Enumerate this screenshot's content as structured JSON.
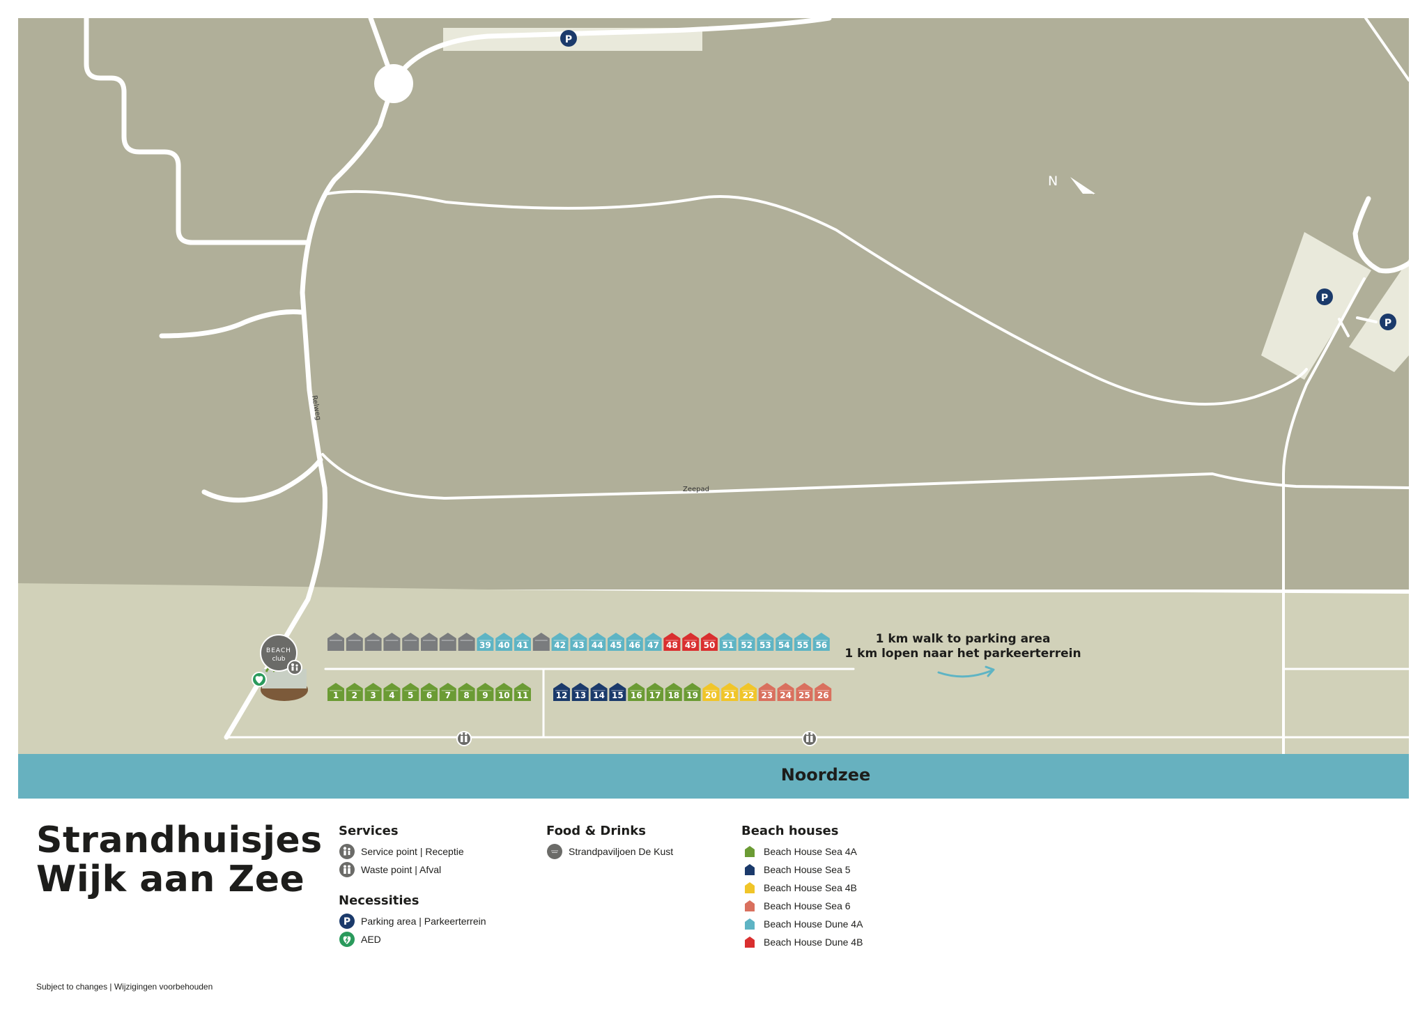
{
  "map": {
    "compass_label": "N",
    "road_labels": [
      "Relweg",
      "Zeepad"
    ],
    "sea_label": "Noordzee",
    "walk_note": [
      "1 km walk to parking area",
      "1 km lopen naar het parkeerterrein"
    ],
    "beach_club_label": [
      "BEACH",
      "club"
    ],
    "parking_symbol": "P",
    "colors": {
      "land": "#b0af99",
      "beach": "#d1d1b9",
      "sea": "#67b1bf",
      "road": "#ffffff",
      "parking_area": "#e9e9db",
      "icon_navy": "#1b3a6b",
      "icon_gray": "#6b6b68",
      "aed_green": "#2a9a5c"
    },
    "top_row": [
      {
        "label": "",
        "type": "unassigned"
      },
      {
        "label": "",
        "type": "unassigned"
      },
      {
        "label": "",
        "type": "unassigned"
      },
      {
        "label": "",
        "type": "unassigned"
      },
      {
        "label": "",
        "type": "unassigned"
      },
      {
        "label": "",
        "type": "unassigned"
      },
      {
        "label": "",
        "type": "unassigned"
      },
      {
        "label": "",
        "type": "unassigned"
      },
      {
        "label": "39",
        "type": "dune4a"
      },
      {
        "label": "40",
        "type": "dune4a"
      },
      {
        "label": "41",
        "type": "dune4a"
      },
      {
        "label": "",
        "type": "unassigned"
      },
      {
        "label": "42",
        "type": "dune4a"
      },
      {
        "label": "43",
        "type": "dune4a"
      },
      {
        "label": "44",
        "type": "dune4a"
      },
      {
        "label": "45",
        "type": "dune4a"
      },
      {
        "label": "46",
        "type": "dune4a"
      },
      {
        "label": "47",
        "type": "dune4a"
      },
      {
        "label": "48",
        "type": "dune4b"
      },
      {
        "label": "49",
        "type": "dune4b"
      },
      {
        "label": "50",
        "type": "dune4b"
      },
      {
        "label": "51",
        "type": "dune4a"
      },
      {
        "label": "52",
        "type": "dune4a"
      },
      {
        "label": "53",
        "type": "dune4a"
      },
      {
        "label": "54",
        "type": "dune4a"
      },
      {
        "label": "55",
        "type": "dune4a"
      },
      {
        "label": "56",
        "type": "dune4a"
      }
    ],
    "bottom_left_row": [
      {
        "label": "1",
        "type": "sea4a"
      },
      {
        "label": "2",
        "type": "sea4a"
      },
      {
        "label": "3",
        "type": "sea4a"
      },
      {
        "label": "4",
        "type": "sea4a"
      },
      {
        "label": "5",
        "type": "sea4a"
      },
      {
        "label": "6",
        "type": "sea4a"
      },
      {
        "label": "7",
        "type": "sea4a"
      },
      {
        "label": "8",
        "type": "sea4a"
      },
      {
        "label": "9",
        "type": "sea4a"
      },
      {
        "label": "10",
        "type": "sea4a"
      },
      {
        "label": "11",
        "type": "sea4a"
      }
    ],
    "bottom_right_row": [
      {
        "label": "12",
        "type": "sea5"
      },
      {
        "label": "13",
        "type": "sea5"
      },
      {
        "label": "14",
        "type": "sea5"
      },
      {
        "label": "15",
        "type": "sea5"
      },
      {
        "label": "16",
        "type": "sea4a"
      },
      {
        "label": "17",
        "type": "sea4a"
      },
      {
        "label": "18",
        "type": "sea4a"
      },
      {
        "label": "19",
        "type": "sea4a"
      },
      {
        "label": "20",
        "type": "sea4b"
      },
      {
        "label": "21",
        "type": "sea4b"
      },
      {
        "label": "22",
        "type": "sea4b"
      },
      {
        "label": "23",
        "type": "sea6"
      },
      {
        "label": "24",
        "type": "sea6"
      },
      {
        "label": "25",
        "type": "sea6"
      },
      {
        "label": "26",
        "type": "sea6"
      }
    ]
  },
  "house_colors": {
    "unassigned": "#7a7c7e",
    "dune4a": "#5eb4c4",
    "dune4b": "#d92f2f",
    "sea4a": "#6b9b34",
    "sea5": "#1b3a6b",
    "sea4b": "#f0c529",
    "sea6": "#d9705e"
  },
  "title_lines": [
    "Strandhuisjes",
    "Wijk aan Zee"
  ],
  "footnote": "Subject to changes | Wijzigingen voorbehouden",
  "legend": {
    "services": {
      "heading": "Services",
      "items": [
        {
          "label": "Service point | Receptie",
          "icon": "service-point-icon"
        },
        {
          "label": "Waste point | Afval",
          "icon": "waste-point-icon"
        }
      ]
    },
    "food": {
      "heading": "Food & Drinks",
      "items": [
        {
          "label": "Strandpaviljoen De Kust",
          "icon": "beach-club-icon"
        }
      ]
    },
    "necessities": {
      "heading": "Necessities",
      "items": [
        {
          "label": "Parking area | Parkeerterrein",
          "icon": "parking-icon"
        },
        {
          "label": "AED",
          "icon": "aed-icon"
        }
      ]
    },
    "beach_houses": {
      "heading": "Beach houses",
      "items": [
        {
          "label": "Beach House Sea 4A",
          "color": "#6b9b34"
        },
        {
          "label": "Beach House Sea 5",
          "color": "#1b3a6b"
        },
        {
          "label": "Beach House Sea 4B",
          "color": "#f0c529"
        },
        {
          "label": "Beach House Sea 6",
          "color": "#d9705e"
        },
        {
          "label": "Beach House Dune 4A",
          "color": "#5eb4c4"
        },
        {
          "label": "Beach House Dune 4B",
          "color": "#d92f2f"
        }
      ]
    }
  }
}
